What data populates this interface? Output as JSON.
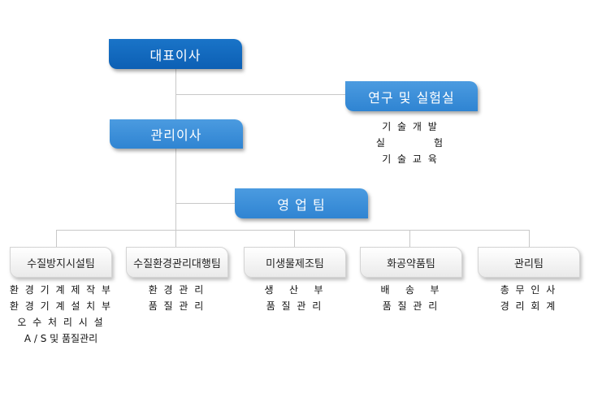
{
  "ceo": "대표이사",
  "research": {
    "title": "연구 및 실험실",
    "items": [
      "기 술 개 발",
      "실          험",
      "기 술 교 육"
    ]
  },
  "director": "관리이사",
  "sales": "영 업 팀",
  "teams": [
    {
      "name": "수질방지시설팀",
      "items": [
        "환 경 기 계 제 작 부",
        "환 경 기 계 설 치 부",
        "오 수 처 리 시 설",
        "A / S 및 품질관리"
      ]
    },
    {
      "name": "수질환경관리대행팀",
      "items": [
        "환 경 관 리",
        "품 질 관 리"
      ]
    },
    {
      "name": "미생물제조팀",
      "items": [
        "생   산   부",
        "품 질 관 리"
      ]
    },
    {
      "name": "화공약품팀",
      "items": [
        "배   송   부",
        "품 질 관 리"
      ]
    },
    {
      "name": "관리팀",
      "items": [
        "총 무 인 사",
        "경 리 회 계"
      ]
    }
  ],
  "colors": {
    "dark_blue": "#0c5fb4",
    "mid_blue": "#2f84d2",
    "line": "#c8c8c8"
  }
}
